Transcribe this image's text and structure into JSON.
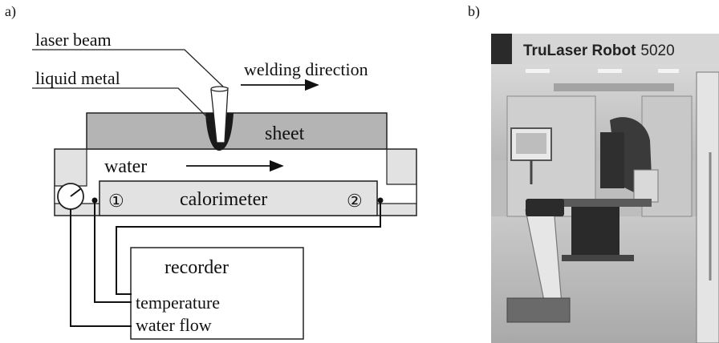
{
  "panel_a": {
    "label": "a)",
    "labels": {
      "laser_beam": "laser beam",
      "liquid_metal": "liquid metal",
      "welding_direction": "welding direction",
      "sheet": "sheet",
      "water": "water",
      "calorimeter": "calorimeter",
      "sensor_1": "①",
      "sensor_2": "②",
      "recorder": "recorder",
      "temperature": "temperature",
      "water_flow": "water flow"
    }
  },
  "panel_b": {
    "label": "b)",
    "banner_bold": "TruLaser Robot",
    "banner_number": "5020"
  },
  "colors": {
    "sheet_fill": "#b4b4b4",
    "water_fill": "#ffffff",
    "calorimeter_fill": "#e2e2e2",
    "outline": "#222222",
    "photo_banner": "#d6d6d6"
  }
}
